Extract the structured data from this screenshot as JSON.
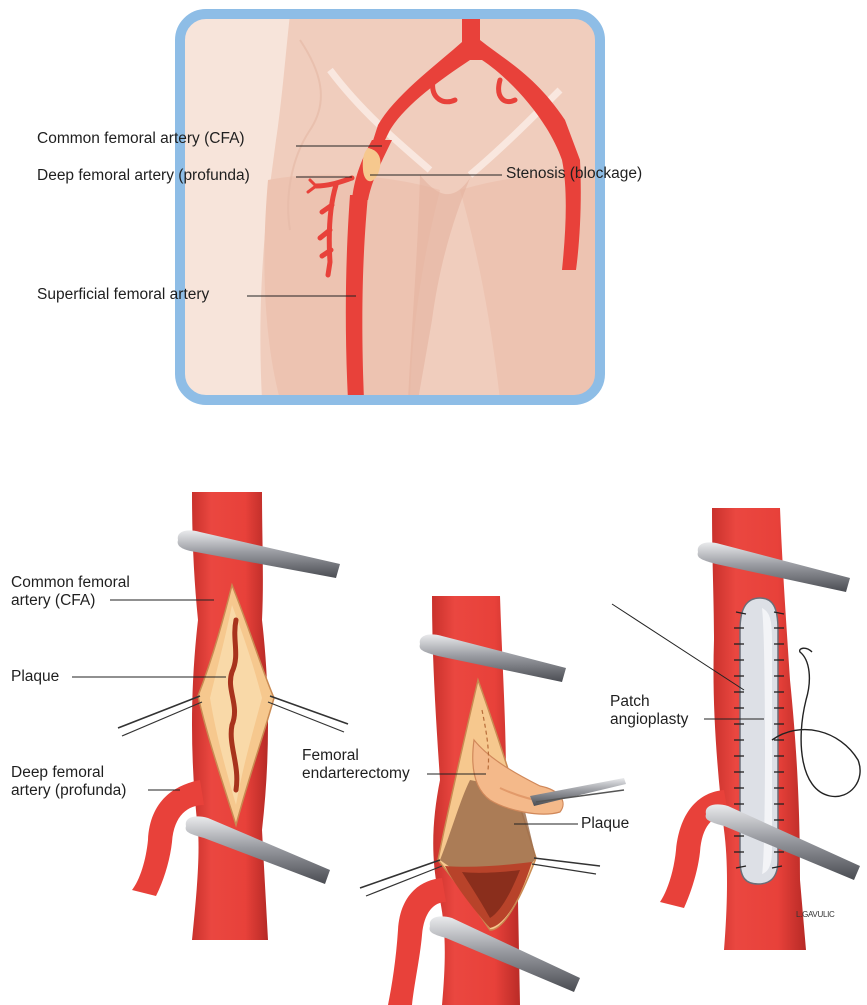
{
  "top_panel": {
    "labels": {
      "cfa": "Common femoral artery (CFA)",
      "deep": "Deep femoral artery (profunda)",
      "stenosis": "Stenosis (blockage)",
      "superficial": "Superficial femoral artery"
    }
  },
  "panel_left": {
    "cfa_line1": "Common femoral",
    "cfa_line2": "artery (CFA)",
    "plaque": "Plaque",
    "deep_line1": "Deep femoral",
    "deep_line2": "artery (profunda)"
  },
  "panel_middle": {
    "endart_line1": "Femoral",
    "endart_line2": "endarterectomy",
    "plaque": "Plaque"
  },
  "panel_right": {
    "patch_line1": "Patch",
    "patch_line2": "angioplasty"
  },
  "credit": "L.GAVULIC",
  "colors": {
    "frame": "#8ebde6",
    "skin": "#f2d0c0",
    "artery": "#e8413a",
    "plaque": "#f6c88e",
    "patch": "#dde0e6"
  }
}
